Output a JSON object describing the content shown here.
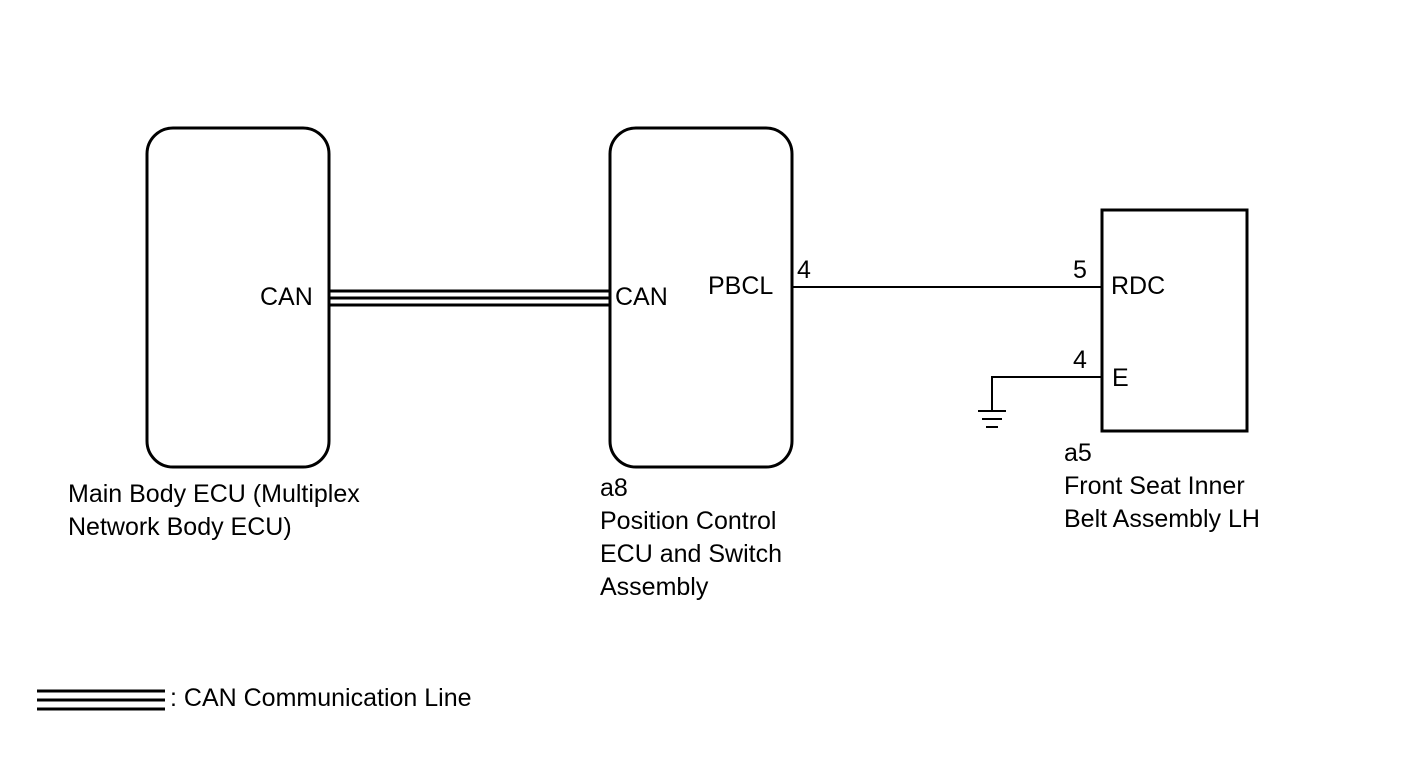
{
  "main_body_ecu": {
    "pin_label": "CAN",
    "name_lines": [
      "Main Body ECU (Multiplex",
      "Network Body ECU)"
    ]
  },
  "position_control_ecu": {
    "connector": "a8",
    "can_pin_label": "CAN",
    "pbcl_pin_label": "PBCL",
    "pbcl_pin_number": "4",
    "name_lines": [
      "Position Control",
      "ECU and Switch",
      "Assembly"
    ]
  },
  "front_seat_belt": {
    "connector": "a5",
    "rdc_pin_number": "5",
    "rdc_pin_label": "RDC",
    "e_pin_number": "4",
    "e_pin_label": "E",
    "name_lines": [
      "Front Seat Inner",
      "Belt Assembly LH"
    ]
  },
  "legend": {
    "can_line_label": ": CAN Communication Line"
  }
}
